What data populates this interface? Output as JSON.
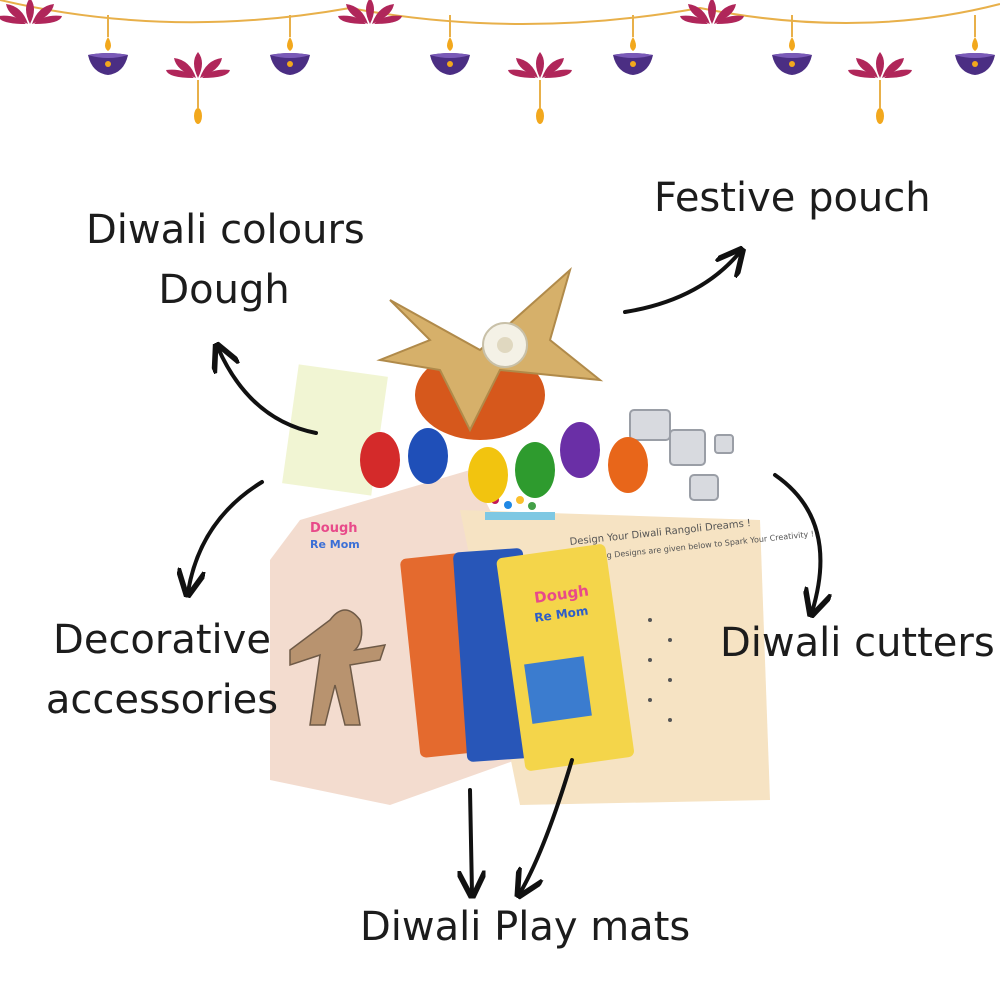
{
  "labels": {
    "festive_pouch": "Festive pouch",
    "colours_dough_line1": "Diwali colours",
    "colours_dough_line2": "Dough",
    "decorative_line1": "Decorative",
    "decorative_line2": "accessories",
    "cutters": "Diwali cutters",
    "play_mats": "Diwali Play mats"
  },
  "product": {
    "brand_line1": "Dough",
    "brand_line2": "Re Mom",
    "mat_heading": "Design Your Diwali Rangoli Dreams !",
    "mat_subheading": "3 Inspiring Designs are given below to Spark Your Creativity !"
  },
  "colors": {
    "lotus": "#b0265a",
    "diya": "#4b2e83",
    "flame": "#f2a81d",
    "string": "#e8b04a",
    "dough": [
      "#d42a2a",
      "#1f4fb8",
      "#f2c40f",
      "#2e9b2e",
      "#6a2fa6",
      "#e8661a"
    ]
  },
  "icons": [
    "lotus-icon",
    "diya-icon"
  ]
}
